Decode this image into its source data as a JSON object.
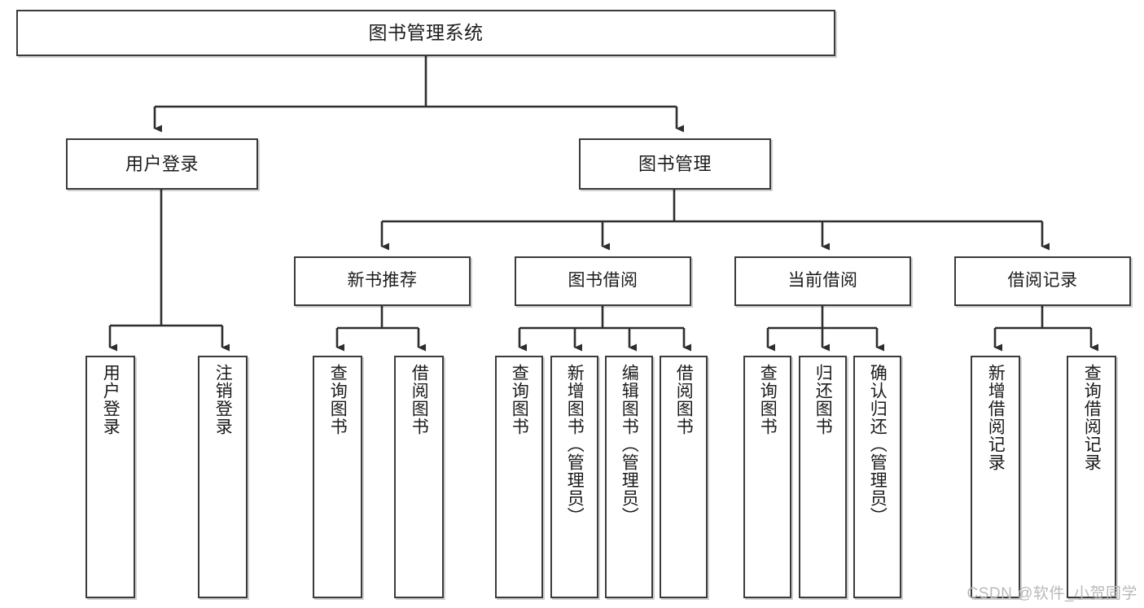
{
  "diagram": {
    "title": "图书管理系统",
    "type": "tree",
    "watermark": "CSDN @软件_小贺同学",
    "colors": {
      "box_border": "#3b3b3b",
      "box_fill": "#ffffff",
      "connector": "#2e2e2e",
      "text": "#1b1b1b",
      "watermark": "#b9b9b9"
    },
    "nodes": {
      "root": {
        "label": "图书管理系统"
      },
      "level2": [
        {
          "id": "user-login",
          "label": "用户登录"
        },
        {
          "id": "book-manage",
          "label": "图书管理"
        }
      ],
      "level3": [
        {
          "id": "new-book-recommend",
          "label": "新书推荐",
          "parent": "book-manage"
        },
        {
          "id": "book-borrow",
          "label": "图书借阅",
          "parent": "book-manage"
        },
        {
          "id": "current-borrow",
          "label": "当前借阅",
          "parent": "book-manage"
        },
        {
          "id": "borrow-record",
          "label": "借阅记录",
          "parent": "book-manage"
        }
      ],
      "leaves": [
        {
          "id": "leaf-user-login",
          "label": "用户登录",
          "parent": "user-login"
        },
        {
          "id": "leaf-logout-login",
          "label": "注销登录",
          "parent": "user-login"
        },
        {
          "id": "leaf-query-book-1",
          "label": "查询图书",
          "parent": "new-book-recommend"
        },
        {
          "id": "leaf-borrow-book-1",
          "label": "借阅图书",
          "parent": "new-book-recommend"
        },
        {
          "id": "leaf-query-book-2",
          "label": "查询图书",
          "parent": "book-borrow"
        },
        {
          "id": "leaf-add-book",
          "label": "新增图书（管理员）",
          "parent": "book-borrow"
        },
        {
          "id": "leaf-edit-book",
          "label": "编辑图书（管理员）",
          "parent": "book-borrow"
        },
        {
          "id": "leaf-borrow-book-2",
          "label": "借阅图书",
          "parent": "book-borrow"
        },
        {
          "id": "leaf-query-book-3",
          "label": "查询图书",
          "parent": "current-borrow"
        },
        {
          "id": "leaf-return-book",
          "label": "归还图书",
          "parent": "current-borrow"
        },
        {
          "id": "leaf-confirm-return",
          "label": "确认归还（管理员）",
          "parent": "current-borrow"
        },
        {
          "id": "leaf-add-record",
          "label": "新增借阅记录",
          "parent": "borrow-record"
        },
        {
          "id": "leaf-query-record",
          "label": "查询借阅记录",
          "parent": "borrow-record"
        }
      ]
    }
  }
}
